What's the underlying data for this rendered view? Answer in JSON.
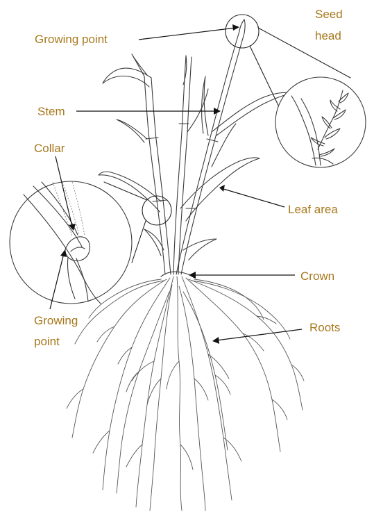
{
  "colors": {
    "label": "#a8781c",
    "line": "#222222",
    "background": "#ffffff"
  },
  "labels": {
    "growing_point_top": "Growing point",
    "seed_head_line1": "Seed",
    "seed_head_line2": "head",
    "stem": "Stem",
    "collar": "Collar",
    "leaf_area": "Leaf area",
    "crown": "Crown",
    "growing_point_inset_line1": "Growing",
    "growing_point_inset_line2": "point",
    "roots": "Roots"
  }
}
